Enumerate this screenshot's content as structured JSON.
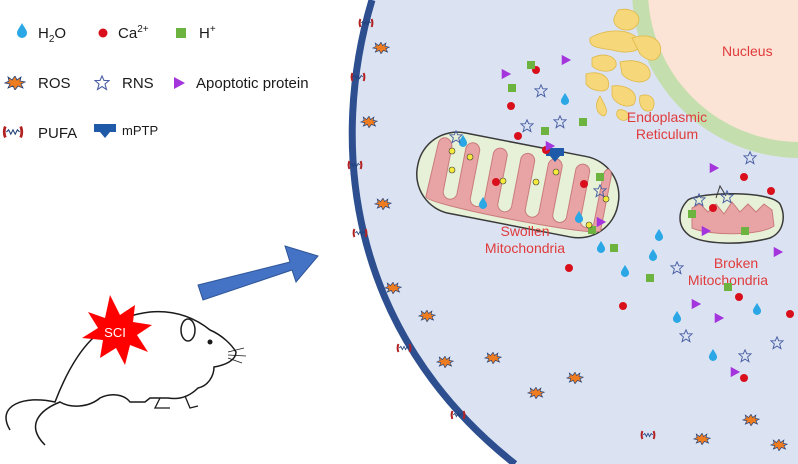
{
  "legend": {
    "water": {
      "main": "H",
      "sub": "2",
      "tail": "O",
      "icon": "water-drop-icon"
    },
    "calcium": {
      "main": "Ca",
      "sup": "2+",
      "icon": "red-dot-icon"
    },
    "proton": {
      "main": "H",
      "sup": "+",
      "icon": "green-square-icon"
    },
    "ros": {
      "label": "ROS",
      "icon": "orange-burst-icon"
    },
    "rns": {
      "label": "RNS",
      "icon": "outline-star-icon"
    },
    "apoptotic": {
      "label": "Apoptotic protein",
      "icon": "purple-triangle-icon"
    },
    "pufa": {
      "label": "PUFA",
      "icon": "pufa-icon"
    },
    "mptp": {
      "label": "mPTP",
      "icon": "mptp-icon"
    }
  },
  "labels": {
    "sci": "SCI",
    "nucleus": "Nucleus",
    "er_line1": "Endoplasmic",
    "er_line2": "Reticulum",
    "swollen_line1": "Swollen",
    "swollen_line2": "Mitochondria",
    "broken_line1": "Broken",
    "broken_line2": "Mitochondria"
  },
  "colors": {
    "cell_fill": "#dbe3f3",
    "membrane": "#2e4f8f",
    "nucleus_fill": "#fbe3d5",
    "nuclear_envelope": "#c5deae",
    "mito_outer": "#e7f1d7",
    "mito_inner": "#e8a4a4",
    "er": "#f6d77a",
    "arrow": "#4472c4",
    "label_red": "#e03b3b",
    "water": "#2aa7e4",
    "calcium": "#d9101c",
    "proton": "#6db33f",
    "ros": "#ee7d22",
    "apoptotic": "#a434dc",
    "sci_burst": "#ff0000"
  }
}
